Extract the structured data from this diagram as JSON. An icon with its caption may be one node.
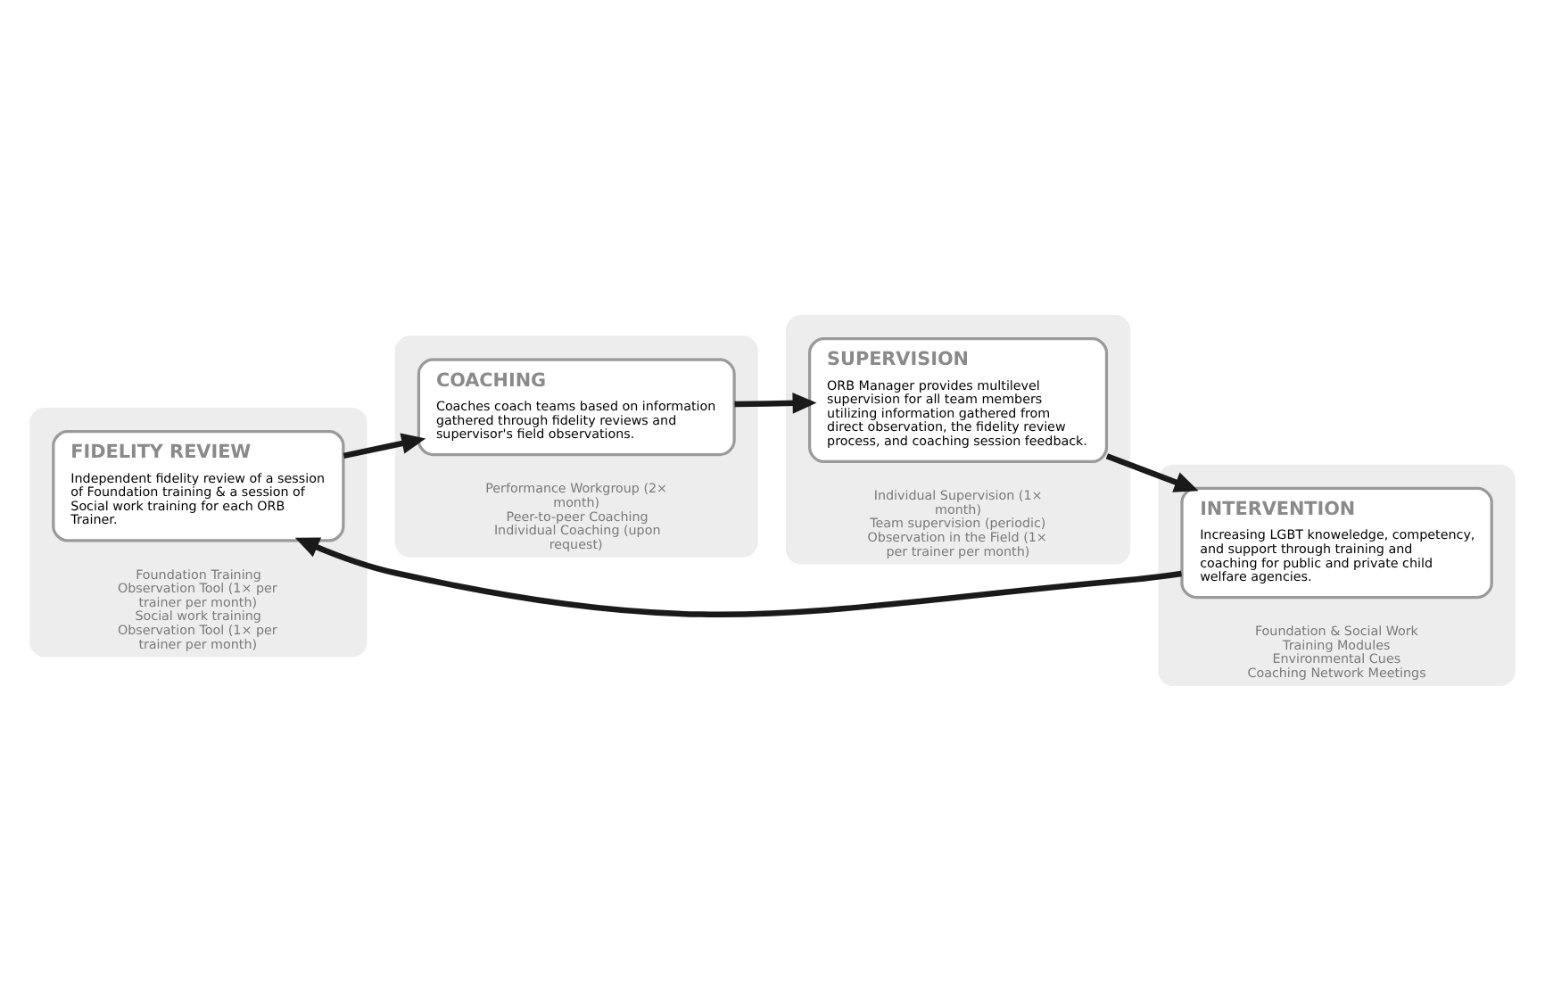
{
  "diagram": {
    "nodes": [
      {
        "text": [
          "Foundation Training Observation Tool (1× per trainer per month)",
          "Social work training Observation Tool (1× per trainer per month)"
        ]
      },
      {
        "text": [
          "FIDELITY REVIEW",
          "Independent fidelity review of a session of Foundation training & a session of Social work training for each ORB Trainer."
        ],
        "in": 0
      },
      {
        "text": [
          "Foundation & Social Work Training Modules",
          "Environmental Cues",
          "Coaching Network Meetings"
        ]
      },
      {
        "text": [
          "INTERVENTION",
          "Increasing LGBT knoweledge, competency, and support through training and coaching for public and private child welfare agencies."
        ],
        "in": 2
      },
      {
        "text": [
          "Performance Workgroup (2× month)",
          "Peer-to-peer Coaching",
          "Individual Coaching (upon request)"
        ]
      },
      {
        "text": [
          "COACHING",
          "Coaches coach teams based on information gathered through fidelity reviews and supervisor's field observations."
        ],
        "in": 4
      },
      {
        "text": [
          "Individual Supervision (1× month)",
          "Team supervision (periodic)",
          "Observation in the Field (1× per trainer per month)"
        ]
      },
      {
        "text": [
          "SUPERVISION",
          "ORB Manager provides multilevel supervision for all team members utilizing information gathered from direct observation, the fidelity review process, and coaching session feedback."
        ],
        "in": 6
      }
    ],
    "edges": [
      {
        "from": 3,
        "to": 1,
        "arrow": "to"
      },
      {
        "from": 1,
        "to": 5,
        "arrow": "to"
      },
      {
        "from": 5,
        "to": 7,
        "arrow": "to"
      },
      {
        "from": 7,
        "to": 3,
        "arrow": "to"
      }
    ]
  }
}
